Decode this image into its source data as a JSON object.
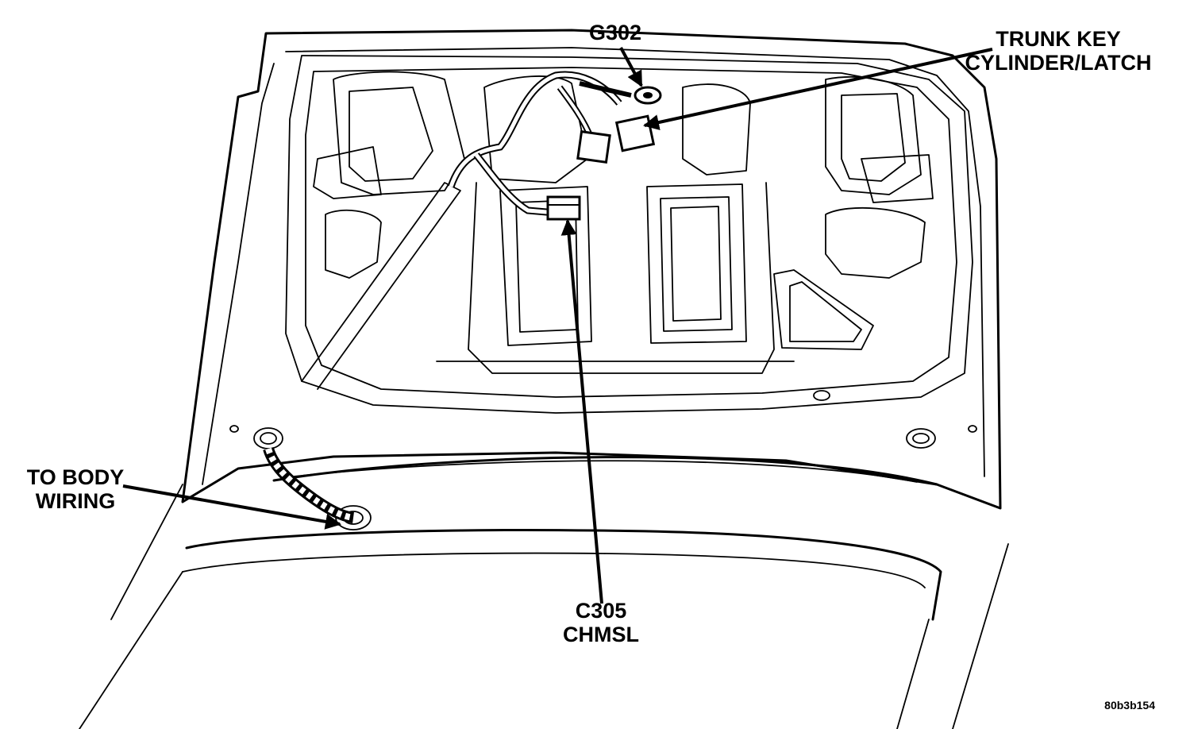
{
  "labels": {
    "g302": "G302",
    "trunk_line1": "TRUNK KEY",
    "trunk_line2": "CYLINDER/LATCH",
    "body_line1": "TO BODY",
    "body_line2": "WIRING",
    "c305_line1": "C305",
    "c305_line2": "CHMSL"
  },
  "figure_id": "80b3b154",
  "colors": {
    "ink": "#000000",
    "paper": "#ffffff"
  }
}
